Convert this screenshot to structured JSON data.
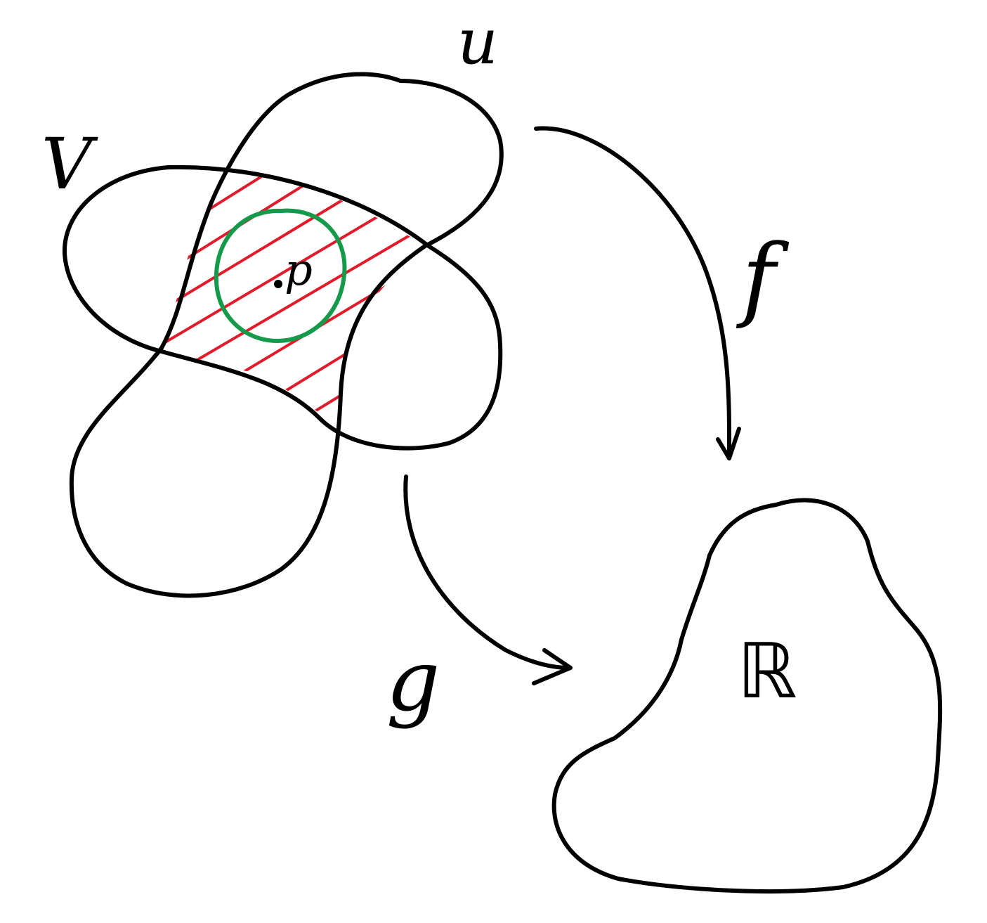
{
  "labels": {
    "set_u": "u",
    "set_v": "V",
    "point": "p",
    "map_f": "f",
    "map_g": "g",
    "target": "ℝ"
  },
  "colors": {
    "ink": "#000000",
    "hatch": "#e21b2a",
    "neighborhood": "#149a4a",
    "background": "#ffffff"
  }
}
